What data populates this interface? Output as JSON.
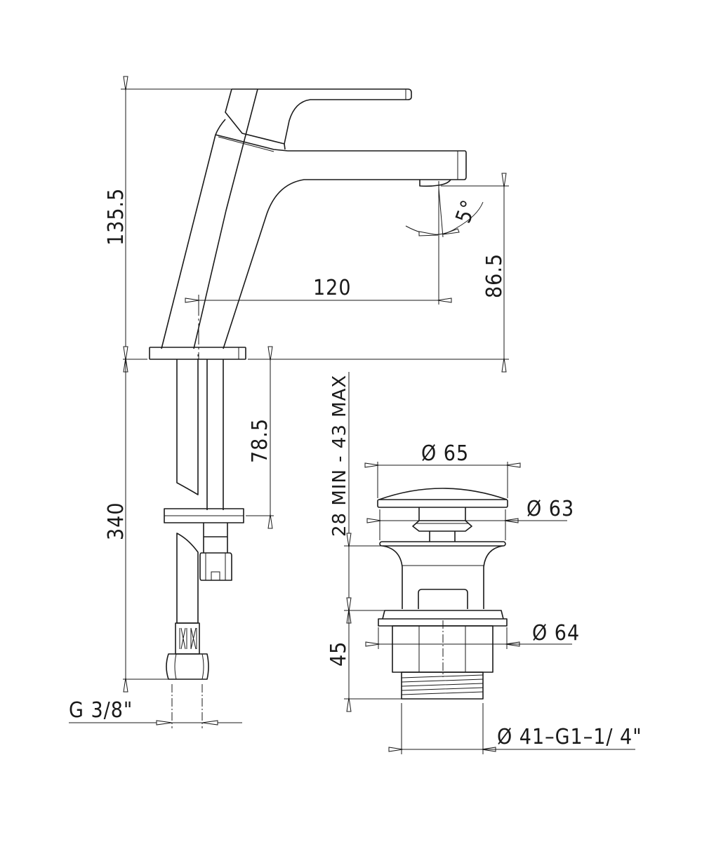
{
  "drawing": {
    "faucet_dimensions": {
      "total_height": "135.5",
      "spout_reach": "120",
      "spout_height": "86.5",
      "spout_angle": "5°",
      "hose_length": "340",
      "shank_length": "78.5",
      "connection_thread": "G  3/8\""
    },
    "waste_dimensions": {
      "cap_diameter": "Ø 65",
      "flange_diameter": "Ø 63",
      "nut_diameter": "Ø 64",
      "thread_spec": "Ø 41–G1–1/ 4\"",
      "basin_thickness": "28  MIN  -  43  MAX",
      "body_height": "45"
    },
    "line_color": "#1a1a1a"
  }
}
